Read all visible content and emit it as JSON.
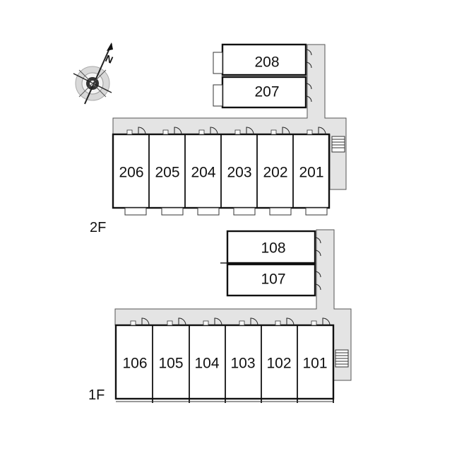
{
  "compass": {
    "north_label": "N",
    "icon": "compass-rose-icon"
  },
  "floors": [
    {
      "label": "2F",
      "units": [
        "201",
        "202",
        "203",
        "204",
        "205",
        "206",
        "207",
        "208"
      ]
    },
    {
      "label": "1F",
      "units": [
        "101",
        "102",
        "103",
        "104",
        "105",
        "106",
        "107",
        "108"
      ]
    }
  ],
  "colors": {
    "corridor": "#e4e4e4",
    "walls": "#111111"
  }
}
